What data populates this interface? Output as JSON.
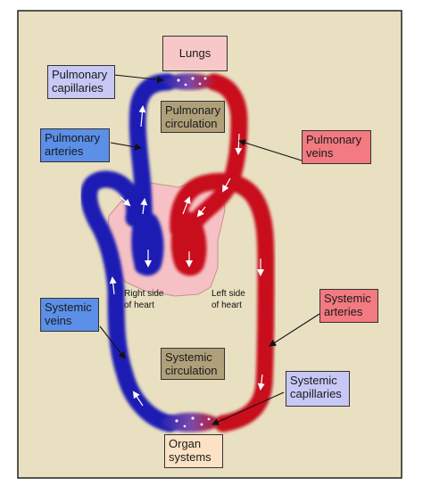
{
  "labels": {
    "lungs": "Lungs",
    "pulmonary_capillaries": [
      "Pulmonary",
      "capillaries"
    ],
    "pulmonary_circulation": [
      "Pulmonary",
      "circulation"
    ],
    "pulmonary_arteries": [
      "Pulmonary",
      "arteries"
    ],
    "pulmonary_veins": [
      "Pulmonary",
      "veins"
    ],
    "right_side_heart": [
      "Right side",
      "of heart"
    ],
    "left_side_heart": [
      "Left side",
      "of heart"
    ],
    "systemic_arteries": [
      "Systemic",
      "arteries"
    ],
    "systemic_veins": [
      "Systemic",
      "veins"
    ],
    "systemic_circulation": [
      "Systemic",
      "circulation"
    ],
    "systemic_capillaries": [
      "Systemic",
      "capillaries"
    ],
    "organ_systems": [
      "Organ",
      "systems"
    ]
  },
  "colors": {
    "background": "#e9dfc1",
    "deoxygenated_blood": "#1f1fb4",
    "oxygenated_blood": "#c8101a",
    "capillary_bed": "#6b4aa8",
    "heart_tissue": "#f6c1c4",
    "label_blue": "#5b8fe8",
    "label_lilac": "#c7c8f5",
    "label_red": "#f27a80",
    "label_pink": "#f8c8c8",
    "label_peach": "#fbe2c4",
    "label_olive": "#b0a07a"
  }
}
